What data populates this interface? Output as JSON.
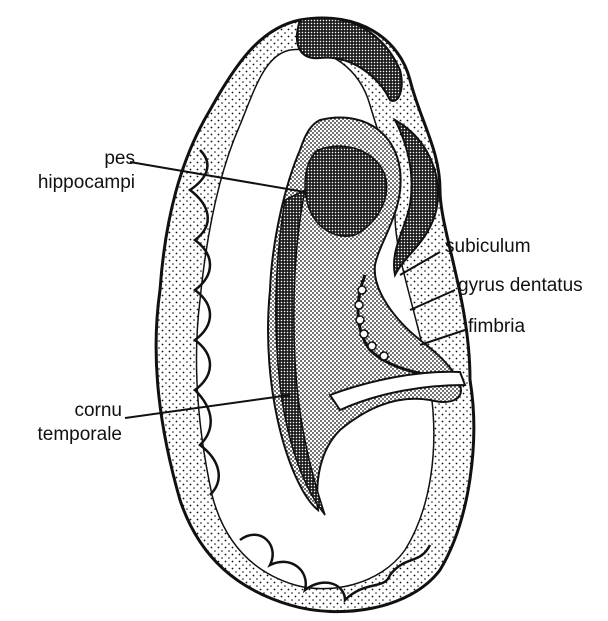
{
  "labels": {
    "pes": [
      "pes",
      "hippocampi"
    ],
    "subiculum": "subiculum",
    "gyrus_dentatus": "gyrus dentatus",
    "fimbria": "fimbria",
    "cornu": [
      "cornu",
      "temporale"
    ]
  },
  "colors": {
    "ink": "#111111",
    "paper": "#ffffff"
  }
}
